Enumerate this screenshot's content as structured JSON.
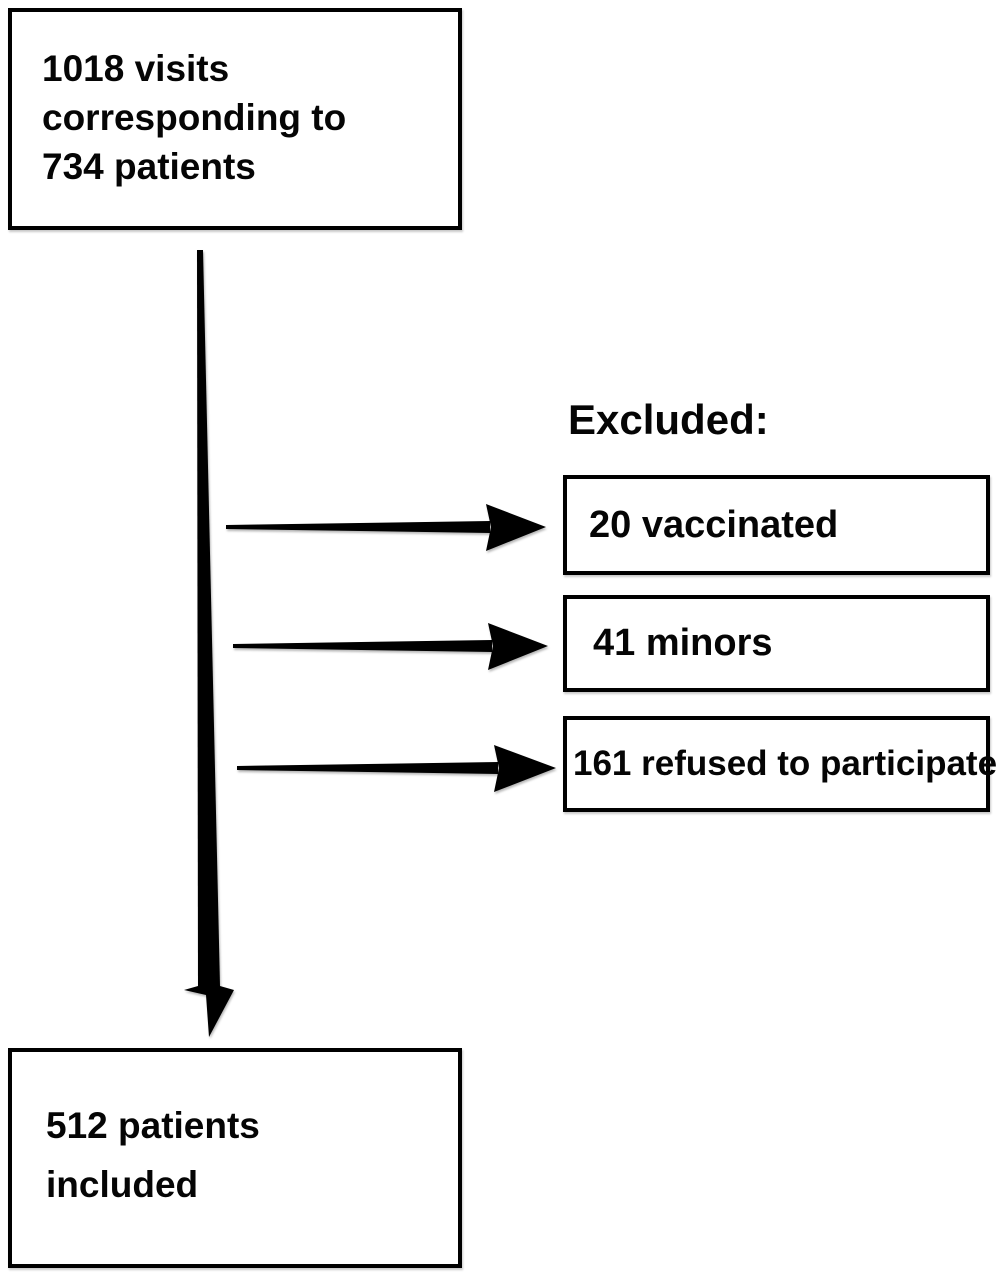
{
  "diagram": {
    "source_box": {
      "lines": [
        "1018 visits",
        "corresponding to",
        "734 patients"
      ]
    },
    "excluded": {
      "heading": "Excluded:",
      "items": [
        "20 vaccinated",
        "41 minors",
        "161 refused to participate"
      ]
    },
    "result_box": {
      "lines": [
        "512 patients",
        "included"
      ]
    },
    "colors": {
      "line": "#000000",
      "background": "#ffffff",
      "text": "#050505"
    }
  }
}
